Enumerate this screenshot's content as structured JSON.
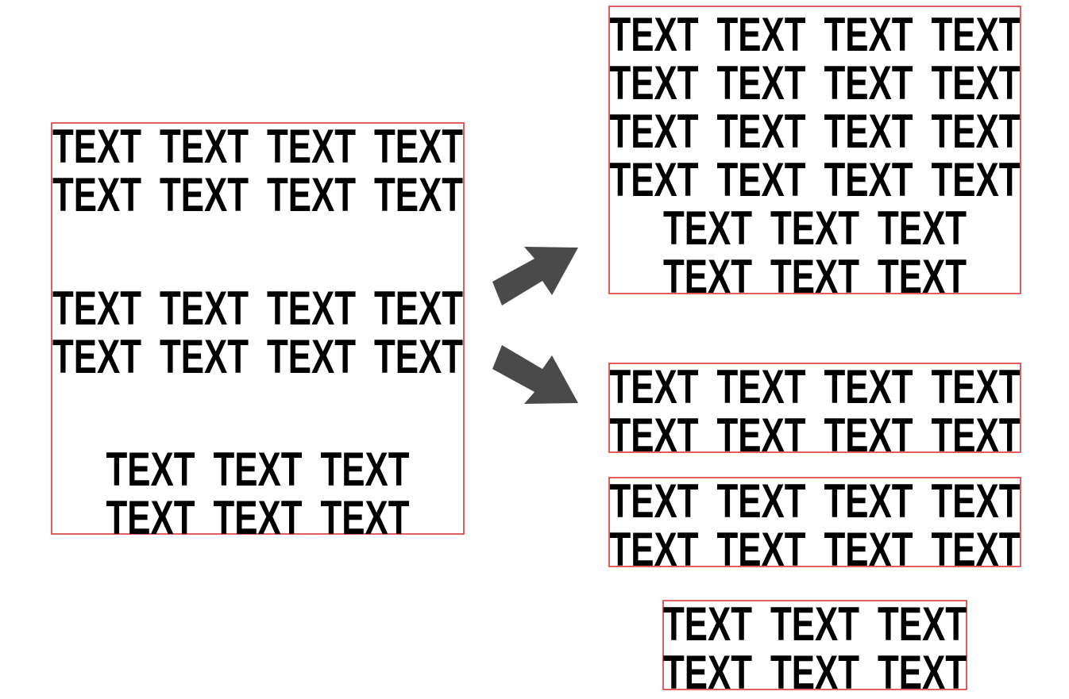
{
  "diagram": {
    "word": "TEXT",
    "colors": {
      "box_border": "#d42a2a",
      "text": "#000000",
      "arrow": "#4a4a4a",
      "background": "#ffffff"
    },
    "source_block": {
      "groups": [
        {
          "lines": [
            [
              "TEXT",
              "TEXT",
              "TEXT",
              "TEXT"
            ],
            [
              "TEXT",
              "TEXT",
              "TEXT",
              "TEXT"
            ]
          ]
        },
        {
          "lines": [
            [
              "TEXT",
              "TEXT",
              "TEXT",
              "TEXT"
            ],
            [
              "TEXT",
              "TEXT",
              "TEXT",
              "TEXT"
            ]
          ]
        },
        {
          "lines": [
            [
              "TEXT",
              "TEXT",
              "TEXT"
            ],
            [
              "TEXT",
              "TEXT",
              "TEXT"
            ]
          ]
        }
      ]
    },
    "merged_block": {
      "lines": [
        [
          "TEXT",
          "TEXT",
          "TEXT",
          "TEXT"
        ],
        [
          "TEXT",
          "TEXT",
          "TEXT",
          "TEXT"
        ],
        [
          "TEXT",
          "TEXT",
          "TEXT",
          "TEXT"
        ],
        [
          "TEXT",
          "TEXT",
          "TEXT",
          "TEXT"
        ],
        [
          "TEXT",
          "TEXT",
          "TEXT"
        ],
        [
          "TEXT",
          "TEXT",
          "TEXT"
        ]
      ]
    },
    "split_blocks": [
      {
        "lines": [
          [
            "TEXT",
            "TEXT",
            "TEXT",
            "TEXT"
          ],
          [
            "TEXT",
            "TEXT",
            "TEXT",
            "TEXT"
          ]
        ]
      },
      {
        "lines": [
          [
            "TEXT",
            "TEXT",
            "TEXT",
            "TEXT"
          ],
          [
            "TEXT",
            "TEXT",
            "TEXT",
            "TEXT"
          ]
        ]
      },
      {
        "lines": [
          [
            "TEXT",
            "TEXT",
            "TEXT"
          ],
          [
            "TEXT",
            "TEXT",
            "TEXT"
          ]
        ]
      }
    ],
    "arrows": [
      {
        "name": "arrow-to-merged",
        "icon": "arrow-up-right-icon"
      },
      {
        "name": "arrow-to-split",
        "icon": "arrow-down-right-icon"
      }
    ]
  }
}
